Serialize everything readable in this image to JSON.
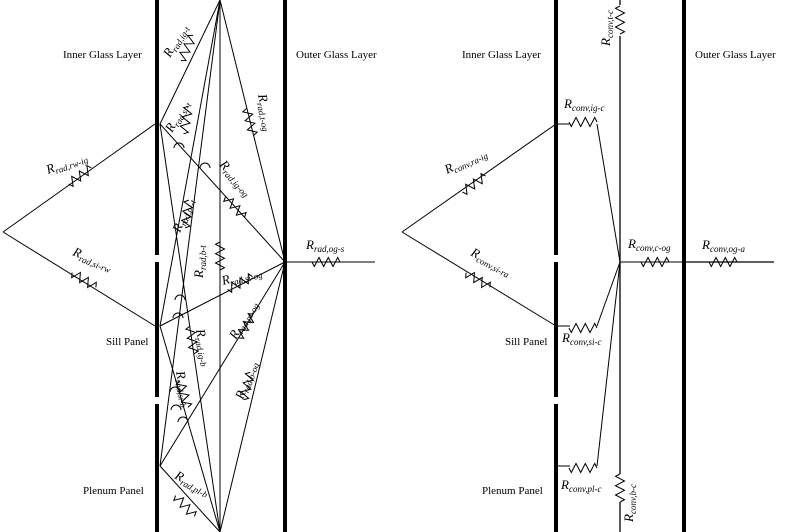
{
  "left_diagram": {
    "layers": {
      "inner": "Inner Glass Layer",
      "outer": "Outer Glass Layer",
      "sill": "Sill Panel",
      "plenum": "Plenum Panel"
    },
    "resistors": {
      "ig_t": {
        "main": "R",
        "sub": "rad,ig-t"
      },
      "si_t": {
        "main": "R",
        "sub": "rad,si-t"
      },
      "t_og": {
        "main": "R",
        "sub": "rad,t-og"
      },
      "rw_ig": {
        "main": "R",
        "sub": "rad,rw-ig"
      },
      "ig_og": {
        "main": "R",
        "sub": "rad,ig-og"
      },
      "pl_t": {
        "main": "R",
        "sub": "rad,pl-t"
      },
      "b_t": {
        "main": "R",
        "sub": "rad,b-t"
      },
      "og_s": {
        "main": "R",
        "sub": "rad,og-s"
      },
      "si_og": {
        "main": "R",
        "sub": "rad,si-og"
      },
      "si_rw": {
        "main": "R",
        "sub": "rad,si-rw"
      },
      "pl_og": {
        "main": "R",
        "sub": "rad,pl-og"
      },
      "ig_b": {
        "main": "R",
        "sub": "rad,ig-b"
      },
      "b_og": {
        "main": "R",
        "sub": "rad,b-og"
      },
      "si_b": {
        "main": "R",
        "sub": "rad,si-b"
      },
      "pl_b": {
        "main": "R",
        "sub": "rad,pl-b"
      }
    }
  },
  "right_diagram": {
    "layers": {
      "inner": "Inner Glass Layer",
      "outer": "Outer Glass Layer",
      "sill": "Sill Panel",
      "plenum": "Plenum Panel"
    },
    "resistors": {
      "t_c": {
        "main": "R",
        "sub": "conv,t-c"
      },
      "ig_c": {
        "main": "R",
        "sub": "conv,ig-c"
      },
      "ra_ig": {
        "main": "R",
        "sub": "conv,ra-ig"
      },
      "c_og": {
        "main": "R",
        "sub": "conv,c-og"
      },
      "og_a": {
        "main": "R",
        "sub": "conv,og-a"
      },
      "si_ra": {
        "main": "R",
        "sub": "conv,si-ra"
      },
      "si_c": {
        "main": "R",
        "sub": "conv,si-c"
      },
      "pl_c": {
        "main": "R",
        "sub": "conv,pl-c"
      },
      "b_c": {
        "main": "R",
        "sub": "conv,b-c"
      }
    }
  }
}
